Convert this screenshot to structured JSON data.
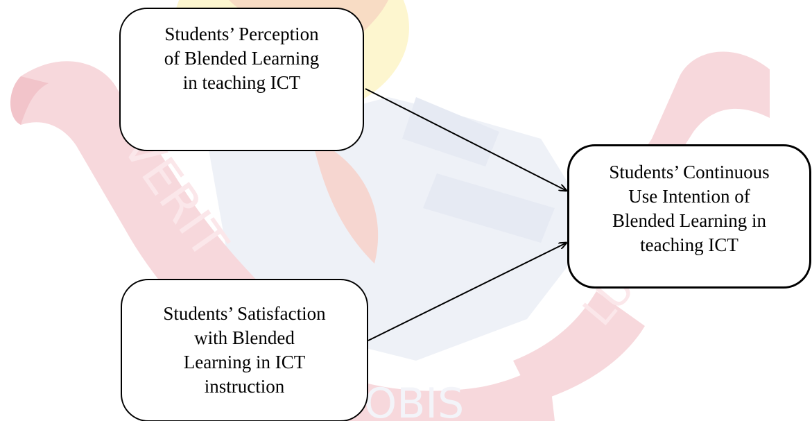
{
  "diagram": {
    "nodes": {
      "perception": {
        "label": "Students’ Perception\nof Blended Learning\nin teaching ICT"
      },
      "satisfaction": {
        "label": "Students’ Satisfaction\nwith Blended\nLearning in ICT\ninstruction"
      },
      "continuous_use": {
        "label": "Students’ Continuous\nUse Intention of\nBlended Learning in\nteaching ICT"
      }
    },
    "edges": [
      {
        "from": "perception",
        "to": "continuous_use"
      },
      {
        "from": "satisfaction",
        "to": "continuous_use"
      }
    ]
  },
  "watermark": {
    "text_left": "VERIT",
    "text_bottom": "OBIS",
    "text_right": "LU",
    "colors": {
      "ribbon": "#f7d8dc",
      "ribbon_dark": "#f2c4ca",
      "crest_yellow": "#fdf6cf",
      "crest_red": "#f6cfd3",
      "crest_blue": "#e9edf5"
    }
  }
}
